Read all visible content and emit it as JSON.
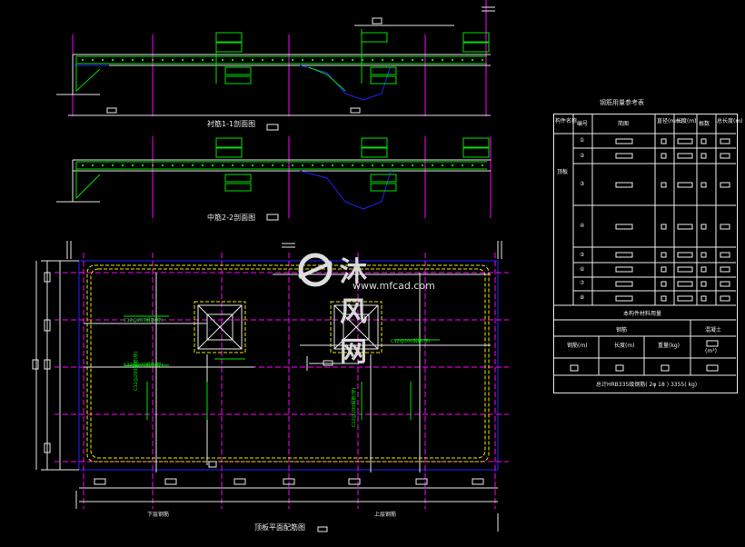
{
  "labels": {
    "section_1": "衬筋1-1剖面图",
    "section_2": "中筋2-2剖面图",
    "plan_title": "顶板平面配筋图",
    "bottom_left": "下层钢筋",
    "bottom_right": "上层钢筋"
  },
  "rebar_notes": [
    "C12@200钢筋(穿)",
    "C12@200钢筋(穿)",
    "C12@200钢筋(穿)",
    "C12@200钢筋(穿)",
    "C12@200钢筋(穿)"
  ],
  "table": {
    "title": "钢筋用量参考表",
    "headers": [
      "构件名称",
      "编号",
      "简图",
      "直径(mm)",
      "长度(m)",
      "根数",
      "总长度(m)"
    ],
    "row_ids": [
      "①",
      "②",
      "③",
      "④",
      "⑤",
      "⑥",
      "⑦",
      "⑧"
    ],
    "group_label": "顶板",
    "summary_title": "本构件材料用量",
    "summary_sub_left": "钢筋",
    "summary_sub_right": "混凝土",
    "summary_cols": [
      "钢筋(m)",
      "长度(m)",
      "重量(kg)",
      "(m³)"
    ],
    "footer": "总计HRB335级钢筋( 2φ 18 ) 3355( kg)"
  },
  "watermark": {
    "brand": "沐风网",
    "url": "www.mfcad.com"
  },
  "colors": {
    "background": "#000000",
    "rebar": "#00e000",
    "axis": "#ff00ff",
    "concrete": "#2222ff",
    "hidden": "#e8e800",
    "text": "#e8e8e8"
  }
}
